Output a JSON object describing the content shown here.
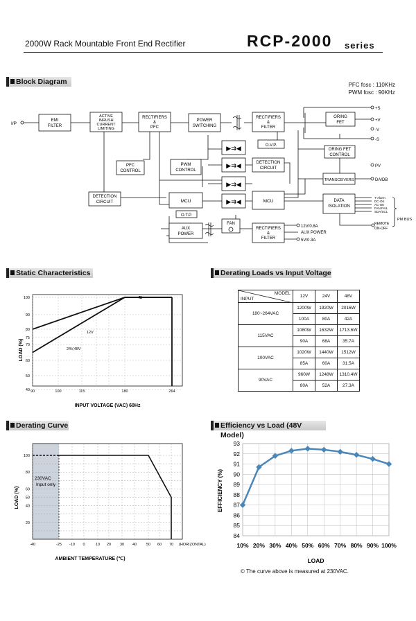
{
  "header": {
    "subtitle": "2000W Rack Mountable Front End Rectifier",
    "title": "RCP-2000",
    "series": "series"
  },
  "block_diagram": {
    "heading": "Block Diagram",
    "pfc_fosc": "PFC fosc : 110KHz",
    "pwm_fosc": "PWM fosc : 90KHz",
    "ip": "I/P",
    "emi": [
      "EMI",
      "FILTER"
    ],
    "inrush": [
      "ACTIVE",
      "INRUSH",
      "CURRENT",
      "LIMITING"
    ],
    "rect_pfc": [
      "RECTIFIERS",
      "&",
      "PFC"
    ],
    "power_sw": [
      "POWER",
      "SWITCHING"
    ],
    "rect_filter": [
      "RECTIFIERS",
      "&",
      "FILTER"
    ],
    "oring_fet": [
      "ORING",
      "FET"
    ],
    "oring_ctrl": [
      "ORING FET",
      "CONTROL"
    ],
    "pfc_ctrl": [
      "PFC",
      "CONTROL"
    ],
    "pwm_ctrl": [
      "PWM",
      "CONTROL"
    ],
    "ovp": "O.V.P.",
    "detection_circuit": [
      "DETECTION",
      "CIRCUIT"
    ],
    "transceivers": "TRANSCEIVERS",
    "mcu": "MCU",
    "otp": "O.T.P.",
    "fan": "FAN",
    "aux_power": [
      "AUX",
      "POWER"
    ],
    "data_isolation": [
      "DATA",
      "ISOLATION"
    ],
    "outputs": [
      "+S",
      "+V",
      "-V",
      "-S"
    ],
    "pv": "PV",
    "da_db": "DA/DB",
    "signals": [
      "T-Alarm",
      "DC-OK",
      "AC-OK",
      "FAN FAIL",
      "SDA/SCL"
    ],
    "pm_bus": "PM BUS",
    "remote": [
      "REMOTE",
      "ON-OFF"
    ],
    "aux_out": [
      "12V/0.8A",
      "AUX POWER",
      "5V/0.3A"
    ]
  },
  "static": {
    "heading": "Static Characteristics",
    "chart_data": {
      "type": "line",
      "xlabel": "INPUT VOLTAGE (VAC) 60Hz",
      "ylabel": "LOAD (%)",
      "x_ticks": [
        "90",
        "100",
        "115",
        "180",
        "264"
      ],
      "y_ticks": [
        "100",
        "90",
        "80",
        "75",
        "70",
        "60",
        "50",
        "40"
      ],
      "series": [
        {
          "name": "12V",
          "x": [
            90,
            180,
            264
          ],
          "y": [
            80,
            100,
            100
          ]
        },
        {
          "name": "24V,48V",
          "x": [
            90,
            180,
            264
          ],
          "y": [
            65,
            100,
            100
          ]
        }
      ]
    }
  },
  "derating_loads": {
    "heading": "Derating Loads vs Input Voltage",
    "corner_model": "MODEL",
    "corner_input": "INPUT",
    "models": [
      "12V",
      "24V",
      "48V"
    ],
    "rows": [
      {
        "input": "180~264VAC",
        "watts": [
          "1200W",
          "1920W",
          "2016W"
        ],
        "amps": [
          "100A",
          "80A",
          "42A"
        ]
      },
      {
        "input": "115VAC",
        "watts": [
          "1080W",
          "1632W",
          "1713.6W"
        ],
        "amps": [
          "90A",
          "68A",
          "35.7A"
        ]
      },
      {
        "input": "100VAC",
        "watts": [
          "1020W",
          "1440W",
          "1512W"
        ],
        "amps": [
          "85A",
          "60A",
          "31.5A"
        ]
      },
      {
        "input": "90VAC",
        "watts": [
          "960W",
          "1248W",
          "1310.4W"
        ],
        "amps": [
          "80A",
          "52A",
          "27.3A"
        ]
      }
    ]
  },
  "derating_curve": {
    "heading": "Derating Curve",
    "note": [
      "230VAC",
      "Input only"
    ],
    "chart_data": {
      "type": "line",
      "xlabel": "AMBIENT TEMPERATURE (℃)",
      "x_suffix": "(HORIZONTAL)",
      "ylabel": "LOAD (%)",
      "x_ticks": [
        "-40",
        "-25",
        "-10",
        "0",
        "10",
        "20",
        "30",
        "40",
        "50",
        "60",
        "70"
      ],
      "y_ticks": [
        "100",
        "80",
        "60",
        "50",
        "40",
        "20"
      ],
      "series": [
        {
          "x": [
            -25,
            50,
            70,
            70
          ],
          "y": [
            100,
            100,
            50,
            0
          ]
        }
      ]
    }
  },
  "efficiency": {
    "heading": "Efficiency vs Load (48V Model)",
    "note": "© The curve above is measured at 230VAC.",
    "chart_data": {
      "type": "line",
      "xlabel": "LOAD",
      "ylabel": "EFFICIENCY (%)",
      "categories": [
        "10%",
        "20%",
        "30%",
        "40%",
        "50%",
        "60%",
        "70%",
        "80%",
        "90%",
        "100%"
      ],
      "values": [
        87.0,
        90.7,
        91.8,
        92.3,
        92.5,
        92.4,
        92.2,
        91.9,
        91.5,
        91.0
      ],
      "ylim": [
        84,
        93
      ],
      "y_ticks": [
        "93",
        "92",
        "91",
        "90",
        "89",
        "88",
        "87",
        "86",
        "85",
        "84"
      ],
      "color": "#4a86b8"
    }
  }
}
